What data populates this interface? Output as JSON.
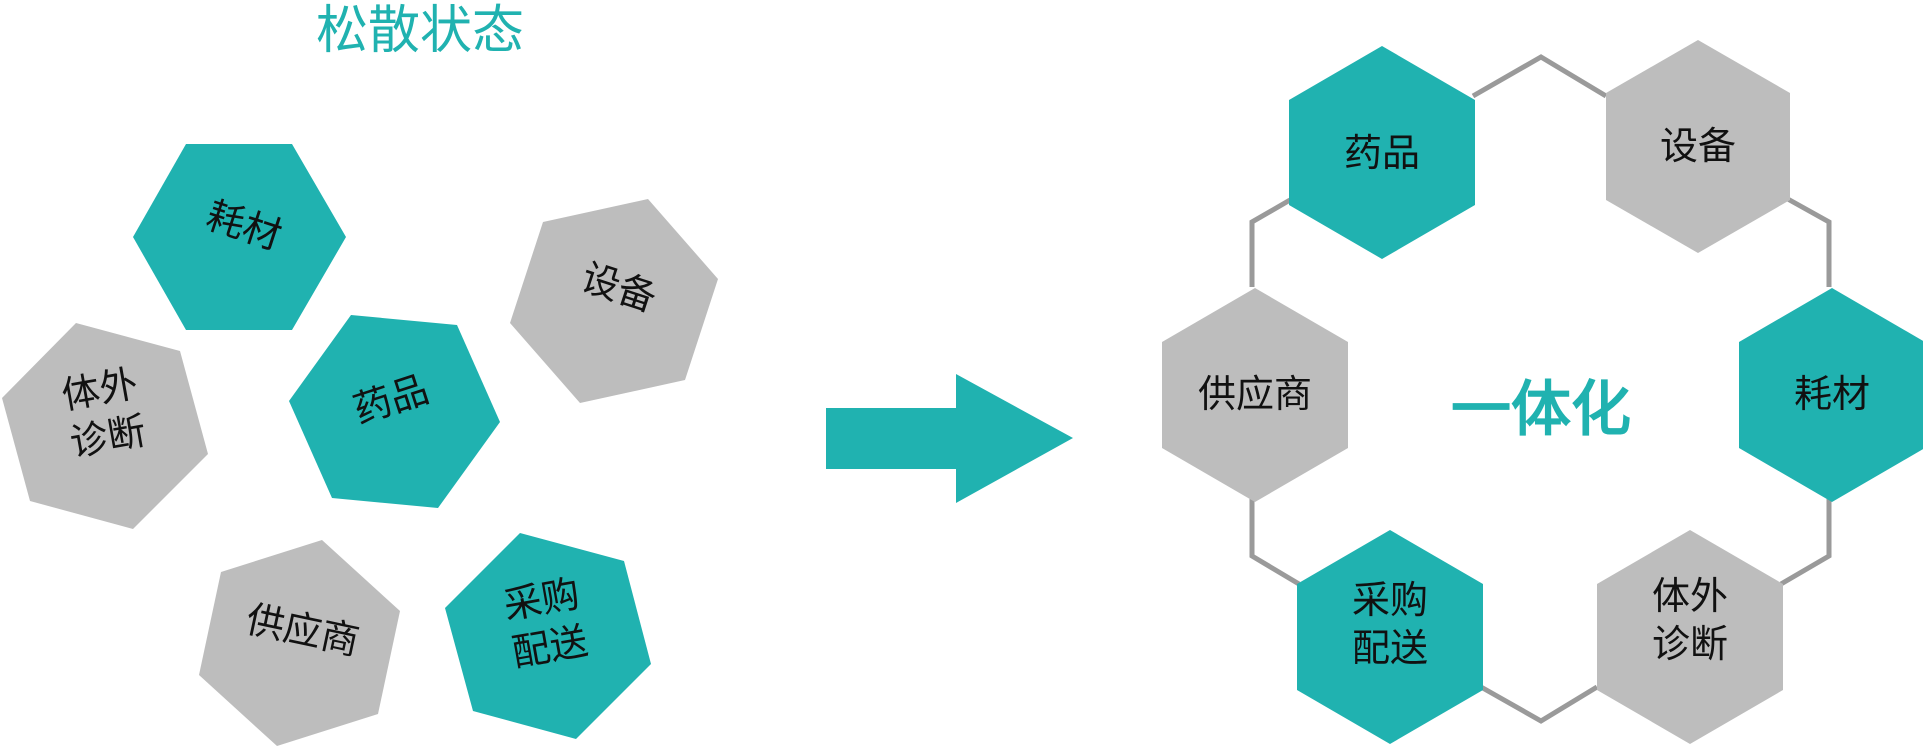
{
  "colors": {
    "teal": "#20b2b0",
    "gray": "#bdbdbd",
    "connector": "#9a9a9a",
    "text": "#111111"
  },
  "left": {
    "title": "松散状态",
    "shapes": [
      {
        "id": "haocai",
        "lines": [
          "耗材"
        ],
        "color": "teal"
      },
      {
        "id": "shebei",
        "lines": [
          "设备"
        ],
        "color": "gray"
      },
      {
        "id": "tiwai",
        "lines": [
          "体外",
          "诊断"
        ],
        "color": "gray"
      },
      {
        "id": "yaopin",
        "lines": [
          "药品"
        ],
        "color": "teal"
      },
      {
        "id": "gongying",
        "lines": [
          "供应商"
        ],
        "color": "gray"
      },
      {
        "id": "caigou",
        "lines": [
          "采购",
          "配送"
        ],
        "color": "teal"
      }
    ]
  },
  "arrow": {
    "color": "teal"
  },
  "right": {
    "center_label": "一体化",
    "hexagons": [
      {
        "id": "yaopin",
        "lines": [
          "药品"
        ],
        "color": "teal"
      },
      {
        "id": "shebei",
        "lines": [
          "设备"
        ],
        "color": "gray"
      },
      {
        "id": "gongying",
        "lines": [
          "供应商"
        ],
        "color": "gray"
      },
      {
        "id": "haocai",
        "lines": [
          "耗材"
        ],
        "color": "teal"
      },
      {
        "id": "caigou",
        "lines": [
          "采购",
          "配送"
        ],
        "color": "teal"
      },
      {
        "id": "tiwai",
        "lines": [
          "体外",
          "诊断"
        ],
        "color": "gray"
      }
    ]
  }
}
